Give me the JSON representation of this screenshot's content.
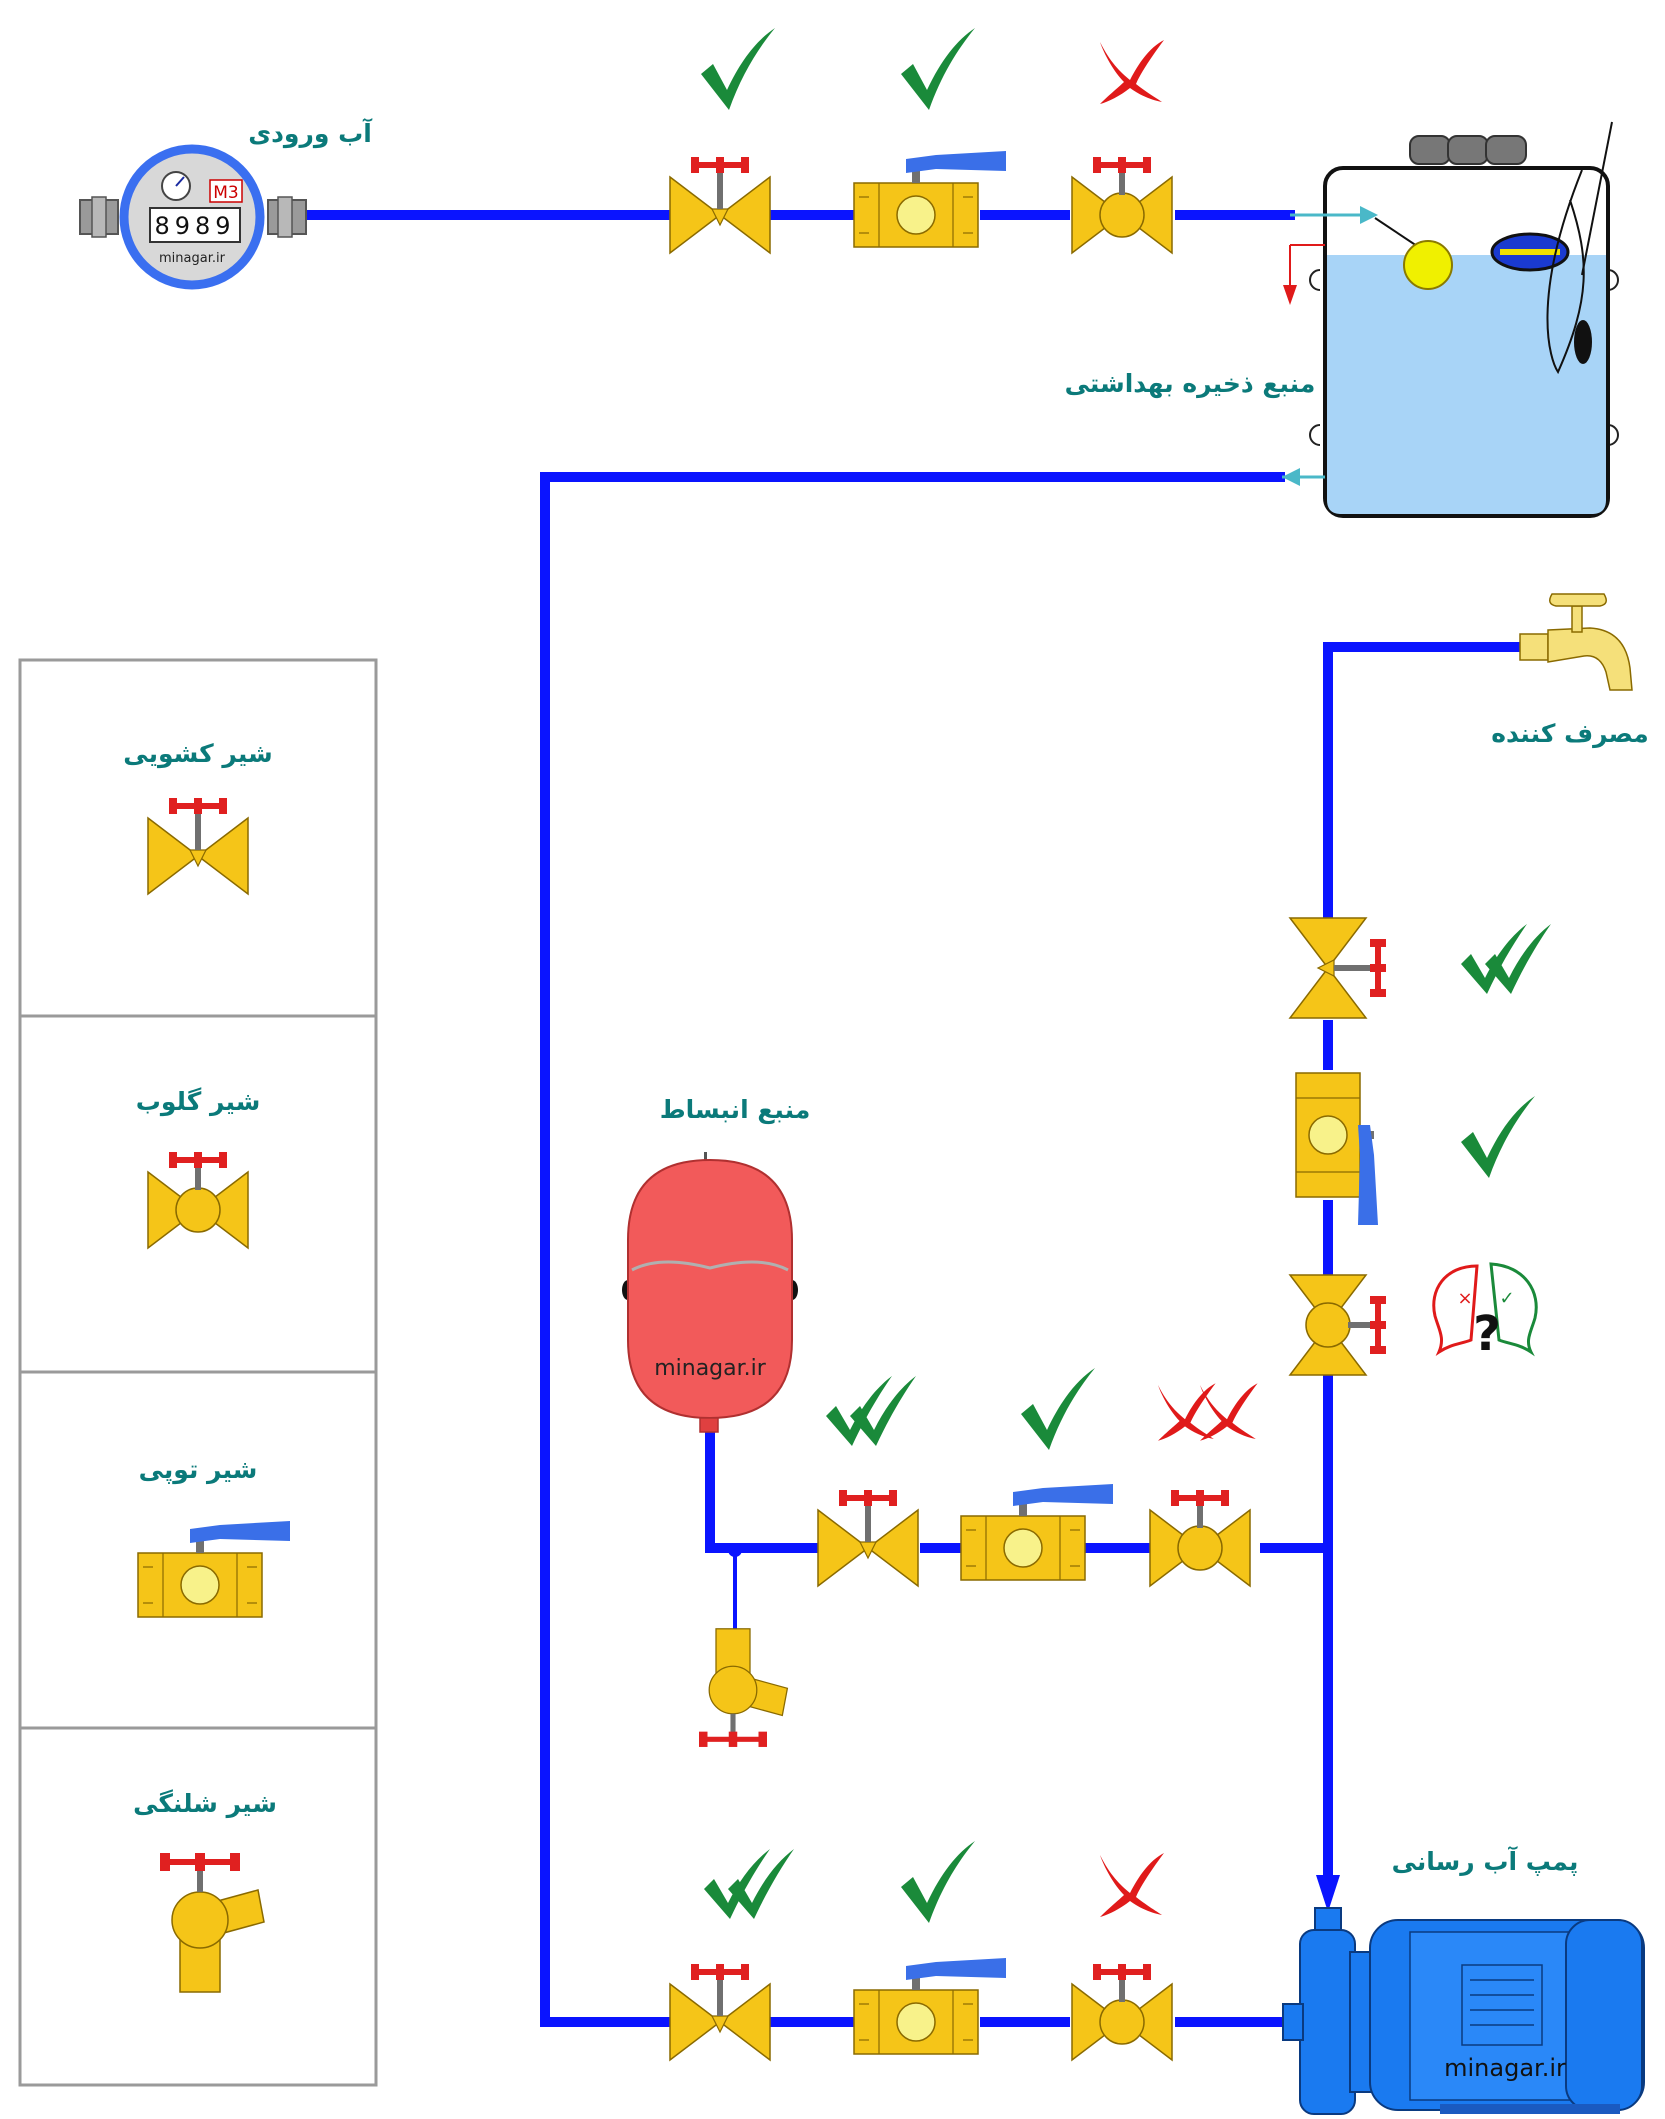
{
  "labels": {
    "inlet_water": "آب ورودی",
    "storage_tank": "منبع ذخیره بهداشتی",
    "consumer": "مصرف کننده",
    "expansion_tank": "منبع انبساط",
    "pump": "پمپ آب رسانی"
  },
  "meter": {
    "unit": "M3",
    "reading": "8989",
    "brand": "minagar.ir"
  },
  "expansion_tank_brand": "minagar.ir",
  "pump_brand": "minagar.ir",
  "legend": [
    {
      "label": "شیر کشویی",
      "icon": "gate-valve-icon"
    },
    {
      "label": "شیر گلوب",
      "icon": "globe-valve-icon"
    },
    {
      "label": "شیر توپی",
      "icon": "ball-valve-icon"
    },
    {
      "label": "شیر شلنگی",
      "icon": "hose-valve-icon"
    }
  ],
  "marks": {
    "check": "check-mark-icon",
    "double_check": "double-check-mark-icon",
    "cross": "cross-mark-icon",
    "double_cross": "double-cross-mark-icon",
    "question": "question-bubble-icon"
  },
  "colors": {
    "pipe": "#0a14ff",
    "valve_body": "#f5c518",
    "valve_handle": "#e02020",
    "ball_handle": "#3a6fe8",
    "label": "#0b7a7a",
    "check": "#1a8a3a",
    "cross": "#e01a1a",
    "tank_water": "#a8d4f7",
    "expansion_tank": "#f25a5a",
    "pump": "#1a7af0"
  }
}
